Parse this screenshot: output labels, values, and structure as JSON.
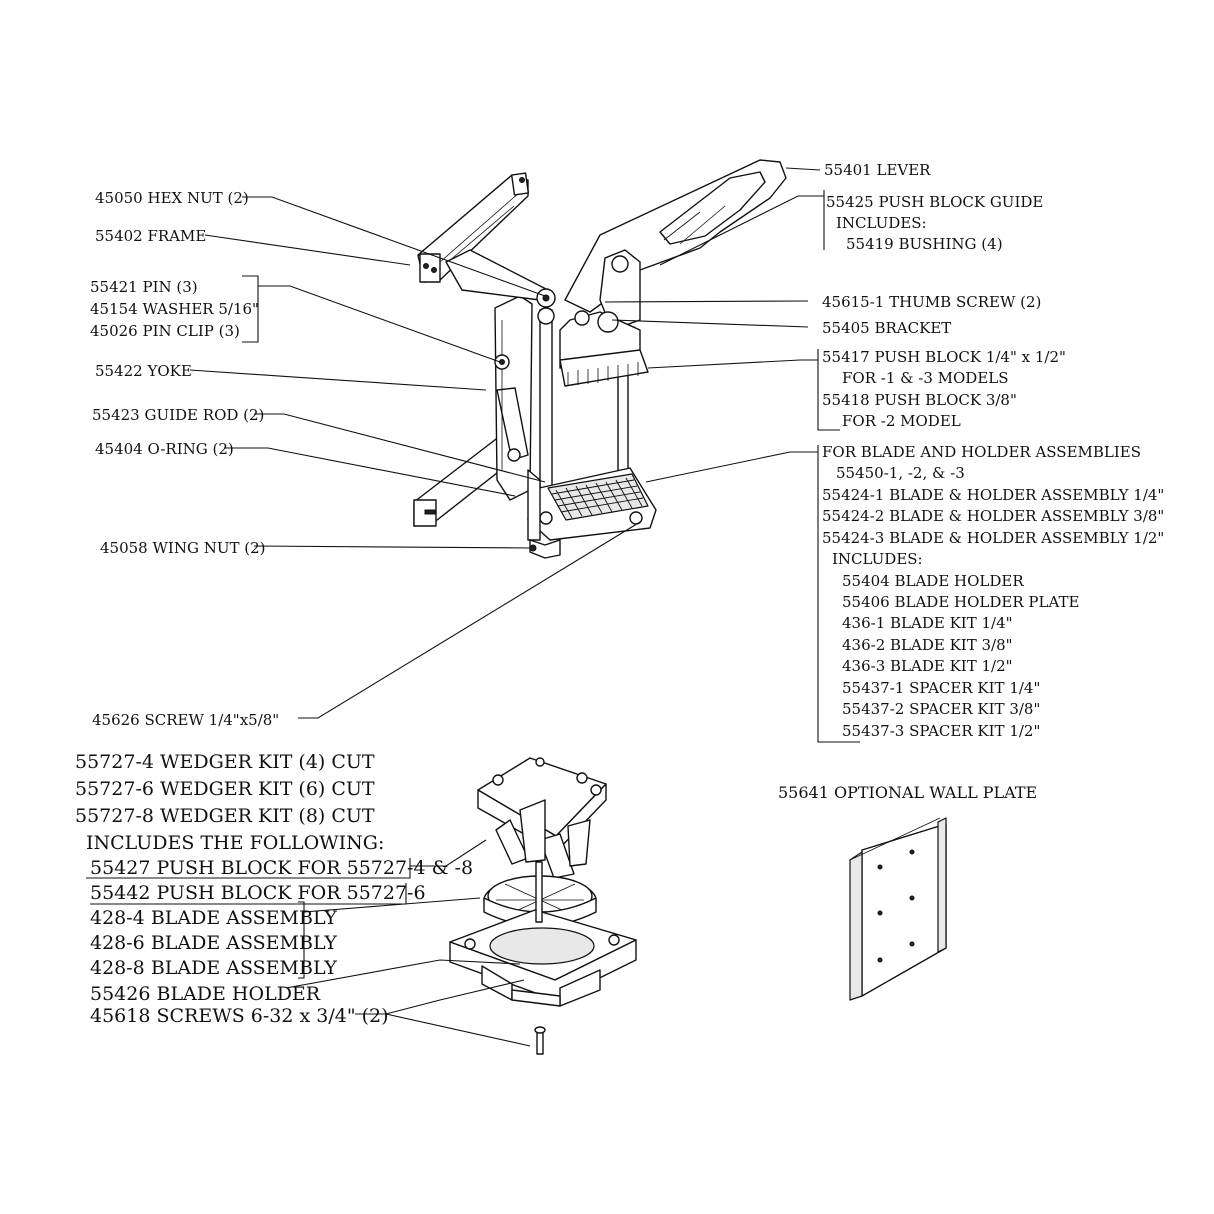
{
  "callouts": {
    "lever": "55401 LEVER",
    "push_block_guide": "55425 PUSH BLOCK GUIDE",
    "push_block_guide_includes": "INCLUDES:",
    "bushing": "55419 BUSHING (4)",
    "hex_nut": "45050 HEX NUT (2)",
    "frame": "55402 FRAME",
    "pin": "55421 PIN (3)",
    "washer": "45154 WASHER 5/16\"",
    "pin_clip": "45026 PIN CLIP (3)",
    "thumb_screw": "45615-1 THUMB SCREW (2)",
    "bracket": "55405 BRACKET",
    "yoke": "55422 YOKE",
    "push_block_14": "55417 PUSH BLOCK 1/4\" x 1/2\"",
    "push_block_14_models": "FOR -1 & -3 MODELS",
    "push_block_38": "55418 PUSH BLOCK 3/8\"",
    "push_block_38_models": "FOR -2 MODEL",
    "guide_rod": "55423 GUIDE ROD (2)",
    "o_ring": "45404 O-RING (2)",
    "wing_nut": "45058 WING NUT (2)",
    "screw": "45626 SCREW 1/4\"x5/8\""
  },
  "blade_list": [
    "FOR BLADE AND HOLDER ASSEMBLIES",
    "55450-1, -2, & -3",
    "55424-1 BLADE & HOLDER ASSEMBLY 1/4\"",
    "55424-2 BLADE & HOLDER ASSEMBLY 3/8\"",
    "55424-3 BLADE & HOLDER ASSEMBLY 1/2\"",
    "INCLUDES:",
    "55404 BLADE HOLDER",
    "55406 BLADE HOLDER PLATE",
    "436-1 BLADE KIT 1/4\"",
    "436-2 BLADE KIT 3/8\"",
    "436-3 BLADE KIT 1/2\"",
    "55437-1 SPACER KIT 1/4\"",
    "55437-2 SPACER KIT 3/8\"",
    "55437-3 SPACER KIT 1/2\""
  ],
  "wedger": {
    "kit4": "55727-4 WEDGER KIT (4) CUT",
    "kit6": "55727-6 WEDGER KIT (6) CUT",
    "kit8": "55727-8 WEDGER KIT (8) CUT",
    "includes": "INCLUDES THE FOLLOWING:",
    "push_block_a": "55427 PUSH BLOCK FOR 55727-4 & -8",
    "push_block_b": "55442 PUSH BLOCK FOR 55727-6",
    "blade4": "428-4 BLADE ASSEMBLY",
    "blade6": "428-6 BLADE ASSEMBLY",
    "blade8": "428-8 BLADE ASSEMBLY",
    "blade_holder": "55426 BLADE HOLDER",
    "screws": "45618 SCREWS 6-32 x 3/4\"  (2)"
  },
  "wall_plate": "55641 OPTIONAL WALL PLATE"
}
